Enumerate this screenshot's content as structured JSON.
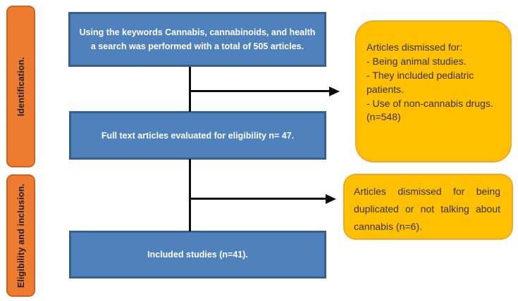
{
  "diagram": {
    "title_semantic": "PRISMA-style literature review flow diagram",
    "stage_labels": [
      {
        "label": "Identification."
      },
      {
        "label": "Eligibility and inclusion."
      }
    ],
    "process_boxes": [
      {
        "text": "Using the keywords Cannabis, cannabinoids, and health\na search was performed with a total of 505 articles."
      },
      {
        "text": "Full text articles evaluated for eligibility n= 47."
      },
      {
        "text": "Included studies (n=41)."
      }
    ],
    "exclusion_boxes": [
      {
        "text": "Articles dismissed for:\n - Being animal studies.\n - They included pediatric patients.\n - Use of non-cannabis drugs.\n(n=548)"
      },
      {
        "text": "Articles dismissed for being duplicated or not talking about cannabis (n=6)."
      }
    ],
    "counts": {
      "initial_search_articles": 505,
      "full_text_evaluated": 47,
      "included_studies": 41,
      "dismissed_first_screen": 548,
      "dismissed_duplicates_or_offtopic": 6
    },
    "colors": {
      "process_fill": "#4F81BD",
      "process_border": "#36608F",
      "process_text": "#FFFFFF",
      "stage_fill": "#ED7C31",
      "stage_border": "#D2601A",
      "stage_text": "#1C1C1C",
      "exclusion_fill": "#FFC000",
      "exclusion_border": "#F0A72B",
      "exclusion_text": "#37322A",
      "arrow": "#0D0D0D",
      "background": "#FFFFFF"
    }
  }
}
